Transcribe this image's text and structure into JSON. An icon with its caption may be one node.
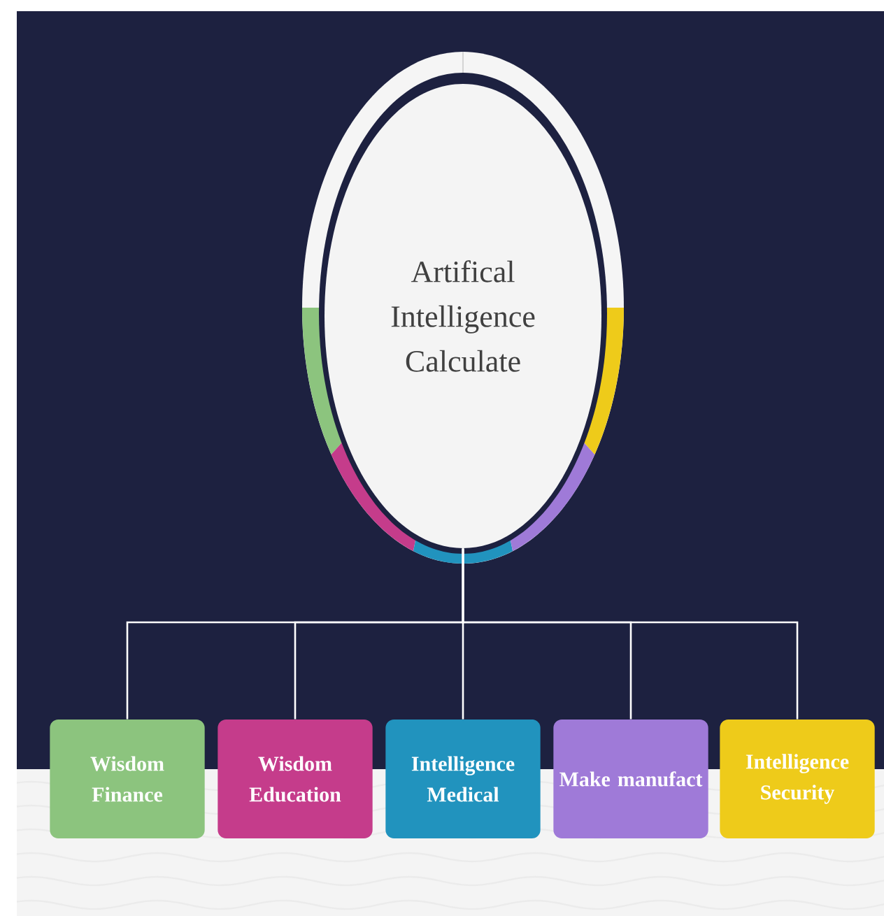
{
  "diagram": {
    "nodes": [
      {
        "text": [
          "Artifical Intelligence Calculate"
        ]
      },
      {
        "text": [
          "Wisdom Finance"
        ]
      },
      {
        "text": [
          "Wisdom Education"
        ]
      },
      {
        "text": [
          "Intelligence Medical"
        ]
      },
      {
        "text": [
          "Make manufact"
        ]
      },
      {
        "text": [
          "Intelligence Security"
        ]
      }
    ],
    "edges": [
      {
        "from": 0,
        "to": 1,
        "arrow": "none"
      },
      {
        "from": 0,
        "to": 2,
        "arrow": "none"
      },
      {
        "from": 0,
        "to": 3,
        "arrow": "none"
      },
      {
        "from": 0,
        "to": 4,
        "arrow": "none"
      },
      {
        "from": 0,
        "to": 5,
        "arrow": "none"
      }
    ]
  }
}
